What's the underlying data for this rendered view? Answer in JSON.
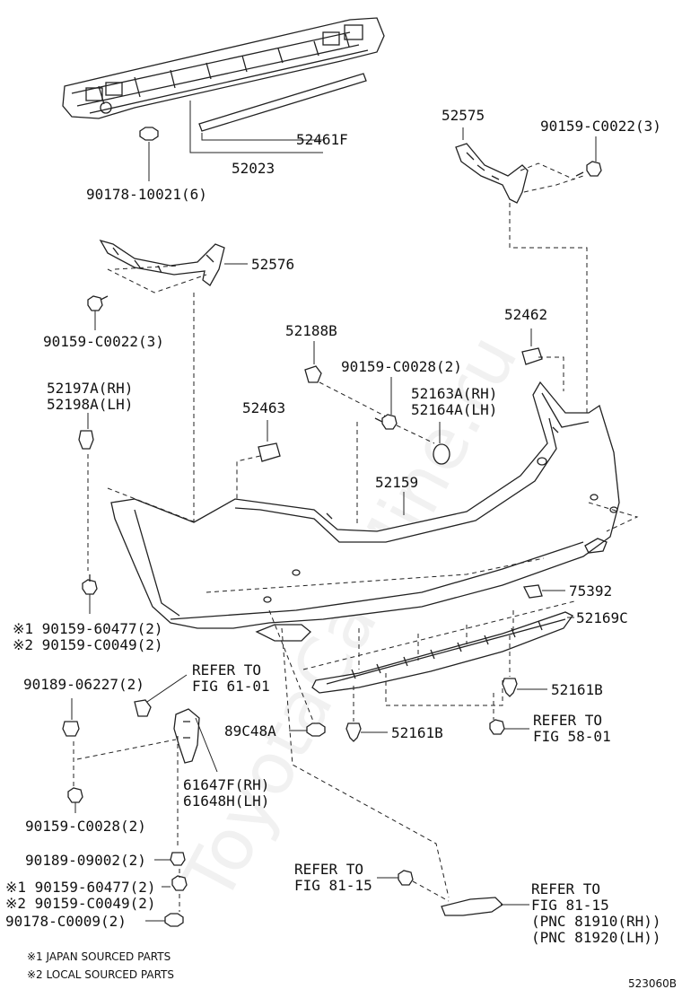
{
  "watermark": "ToyotaCarMine.ru",
  "labels": {
    "p52461F": "52461F",
    "p52023": "52023",
    "p90178_10021": "90178-10021(6)",
    "p52575": "52575",
    "p90159_C0022_r": "90159-C0022(3)",
    "p52576": "52576",
    "p90159_C0022_l": "90159-C0022(3)",
    "p52462": "52462",
    "p52188B": "52188B",
    "p90159_C0028_top": "90159-C0028(2)",
    "p52163A": "52163A(RH)",
    "p52164A": "52164A(LH)",
    "p52197A": "52197A(RH)",
    "p52198A": "52198A(LH)",
    "p52463": "52463",
    "p52159": "52159",
    "p75392": "75392",
    "p52169C": "52169C",
    "p90159_60477_a": "※1 90159-60477(2)",
    "p90159_C0049_a": "※2 90159-C0049(2)",
    "p90189_06227": "90189-06227(2)",
    "ref61_a": "REFER TO",
    "ref61_b": "FIG 61-01",
    "p52161B_r": "52161B",
    "p89C48A": "89C48A",
    "p52161B_c": "52161B",
    "ref58_a": "REFER TO",
    "ref58_b": "FIG 58-01",
    "p61647F": "61647F(RH)",
    "p61648H": "61648H(LH)",
    "p90159_C0028_low": "90159-C0028(2)",
    "p90189_09002": "90189-09002(2)",
    "p90159_60477_b": "※1 90159-60477(2)",
    "p90159_C0049_b": "※2 90159-C0049(2)",
    "p90178_C0009": "90178-C0009(2)",
    "ref81_l_a": "REFER TO",
    "ref81_l_b": "FIG 81-15",
    "ref81_r_a": "REFER TO",
    "ref81_r_b": "FIG 81-15",
    "pnc_rh": "(PNC 81910(RH))",
    "pnc_lh": "(PNC 81920(LH))",
    "note1": "※1 JAPAN SOURCED PARTS",
    "note2": "※2 LOCAL SOURCED PARTS",
    "figure_code": "523060B"
  }
}
